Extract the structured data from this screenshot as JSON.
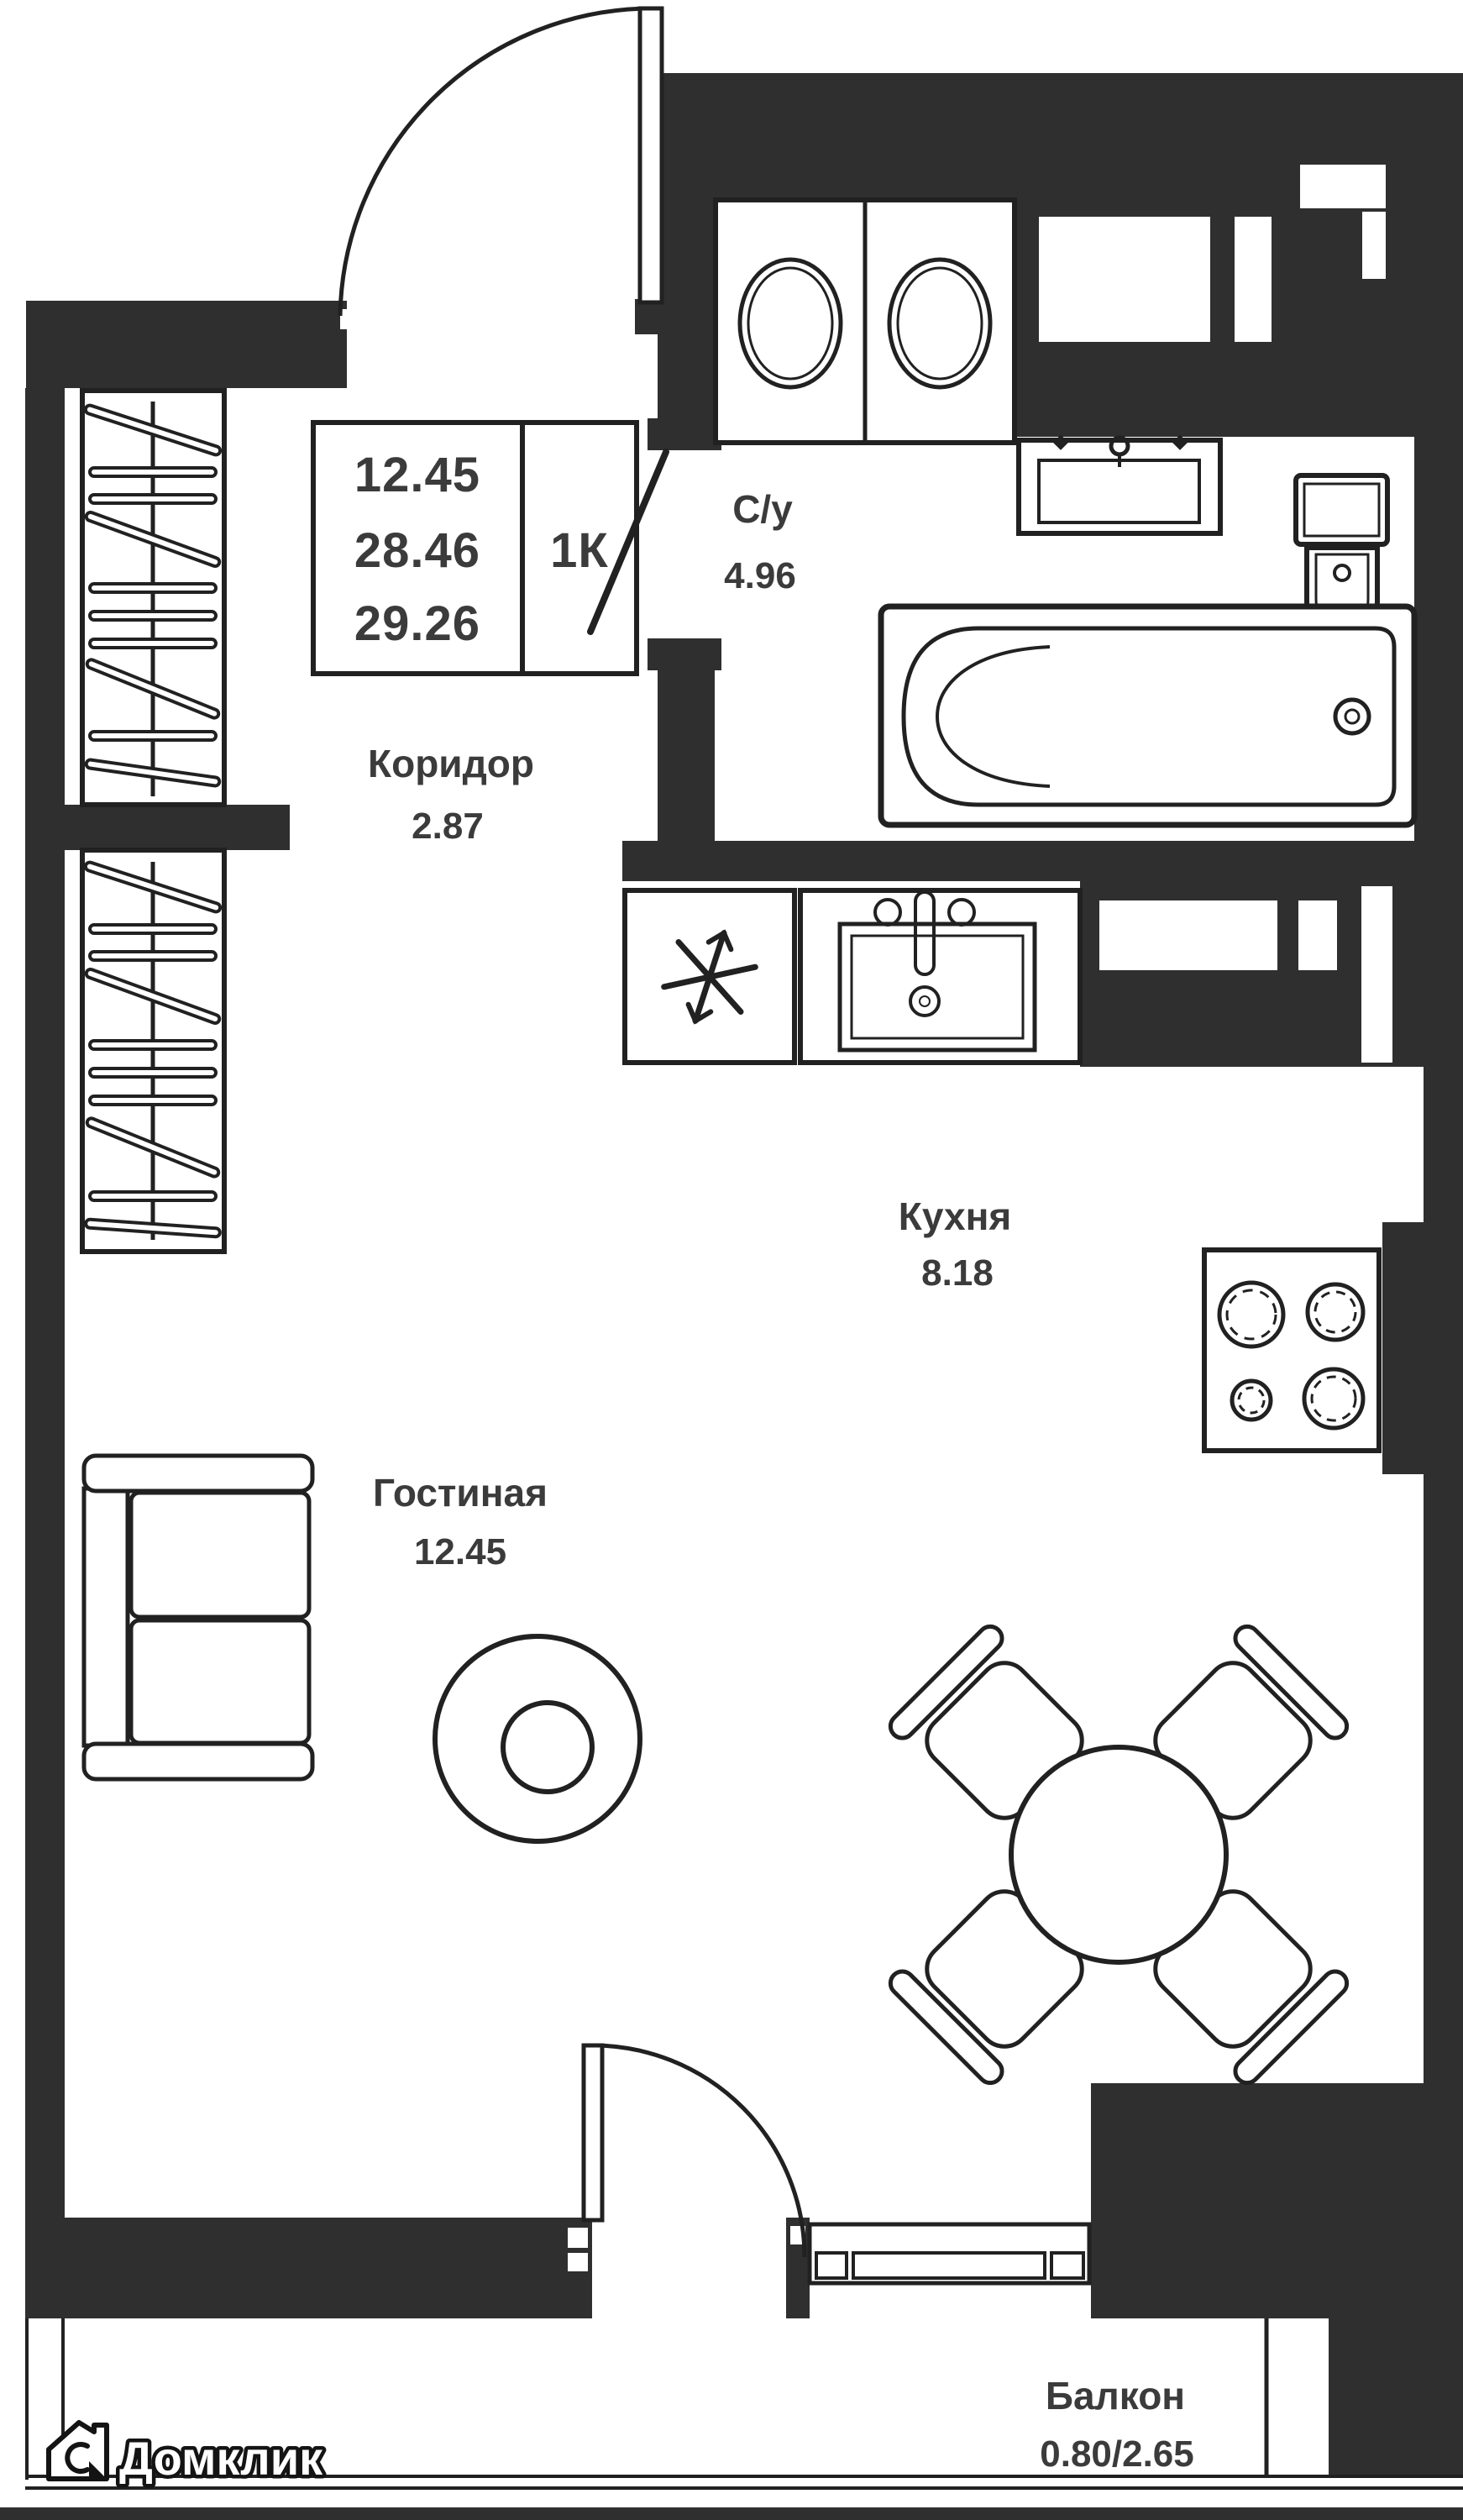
{
  "info_box": {
    "area_living": "12.45",
    "area_total": "28.46",
    "area_total_balcony": "29.26",
    "apartment_type": "1К"
  },
  "rooms": {
    "bathroom": {
      "label": "С/у",
      "area": "4.96"
    },
    "corridor": {
      "label": "Коридор",
      "area": "2.87"
    },
    "kitchen": {
      "label": "Кухня",
      "area": "8.18"
    },
    "living": {
      "label": "Гостиная",
      "area": "12.45"
    },
    "balcony": {
      "label": "Балкон",
      "area": "0.80/2.65"
    }
  },
  "logo": {
    "text": "Домклик"
  },
  "colors": {
    "wall": "#2f2f2f",
    "line": "#212121",
    "text": "#3b3b3b",
    "background": "#ffffff"
  }
}
